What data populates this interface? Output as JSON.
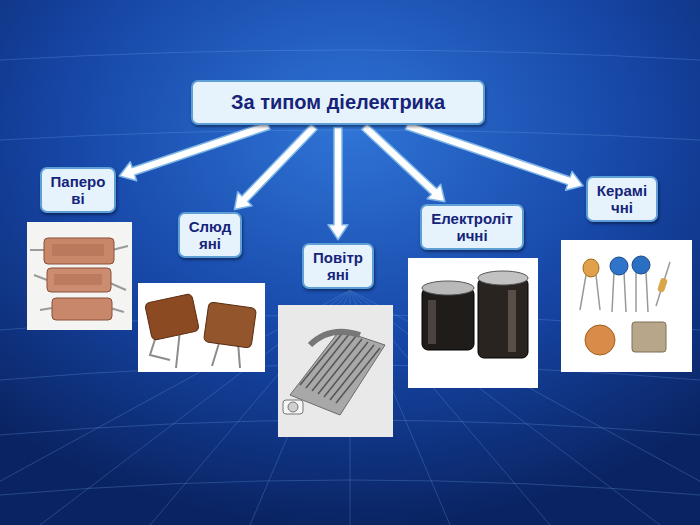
{
  "diagram": {
    "nodes": [
      {
        "text": [
          "За типом діелектрика"
        ]
      },
      {
        "text": [
          "Паперо ві"
        ]
      },
      {
        "text": [
          "Слюд яні"
        ]
      },
      {
        "text": [
          "Повітр яні"
        ]
      },
      {
        "text": [
          "Електроліт ичні"
        ]
      },
      {
        "text": [
          "Керамі чні"
        ]
      }
    ],
    "edges": [
      {
        "from": 0,
        "to": 1,
        "arrow": "to"
      },
      {
        "from": 0,
        "to": 2,
        "arrow": "to"
      },
      {
        "from": 0,
        "to": 3,
        "arrow": "to"
      },
      {
        "from": 0,
        "to": 4,
        "arrow": "to"
      },
      {
        "from": 0,
        "to": 5,
        "arrow": "to"
      }
    ]
  }
}
